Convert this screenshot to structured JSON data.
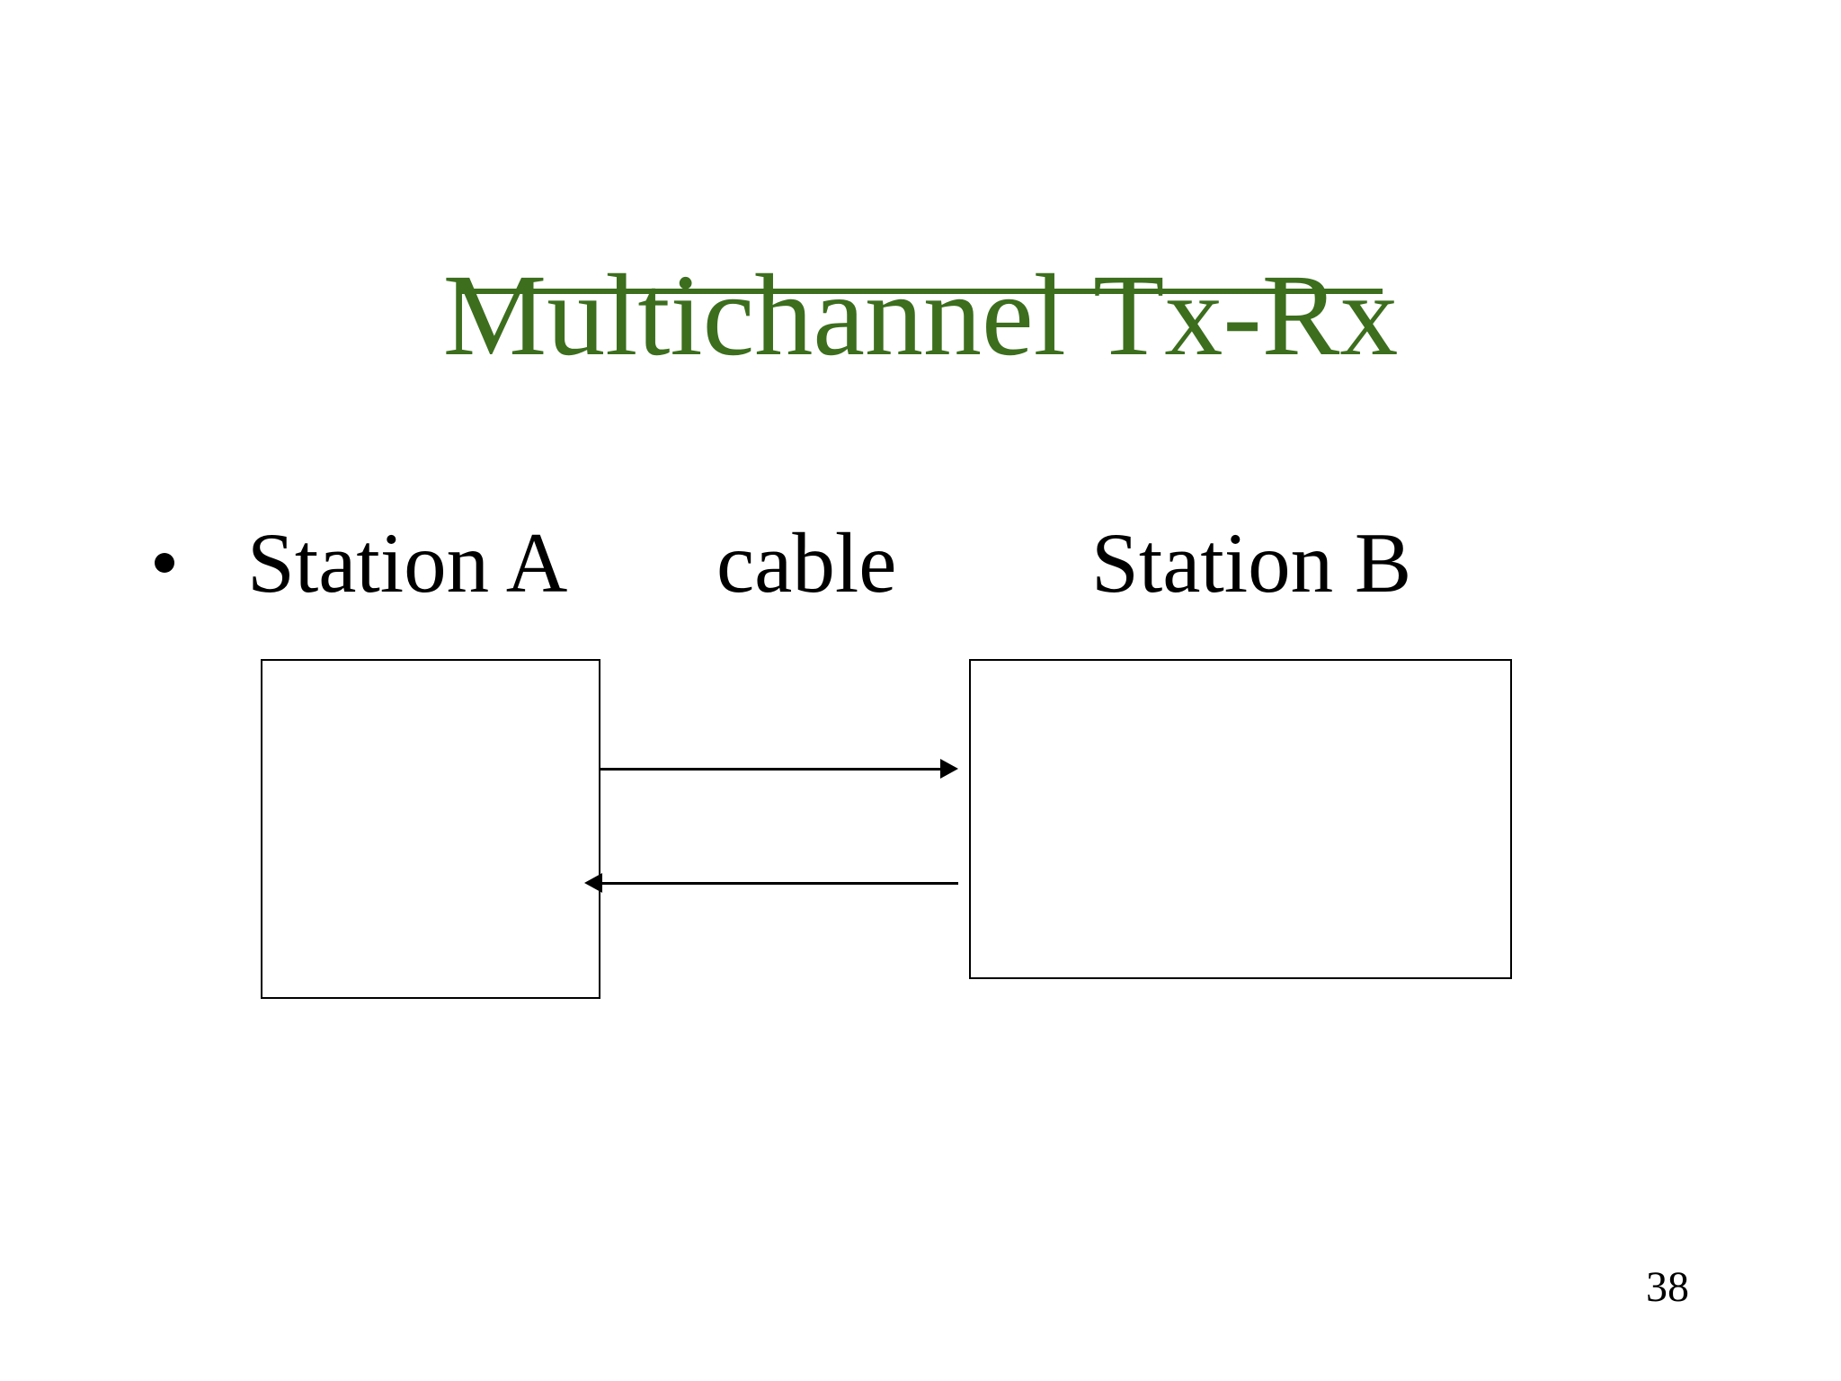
{
  "title": {
    "text": "Multichannel Tx-Rx",
    "color": "#3C6E1E",
    "underlined": true
  },
  "bullet": {
    "marker": "•",
    "labels": [
      "Station A",
      "cable",
      "Station B"
    ]
  },
  "diagram": {
    "boxes": [
      {
        "name": "station-a-box"
      },
      {
        "name": "station-b-box"
      }
    ],
    "arrows": [
      {
        "icon": "right-arrow-icon",
        "from": "station-a-box",
        "to": "station-b-box"
      },
      {
        "icon": "left-arrow-icon",
        "from": "station-b-box",
        "to": "station-a-box"
      }
    ],
    "line_color": "#000000"
  },
  "page_number": "38"
}
